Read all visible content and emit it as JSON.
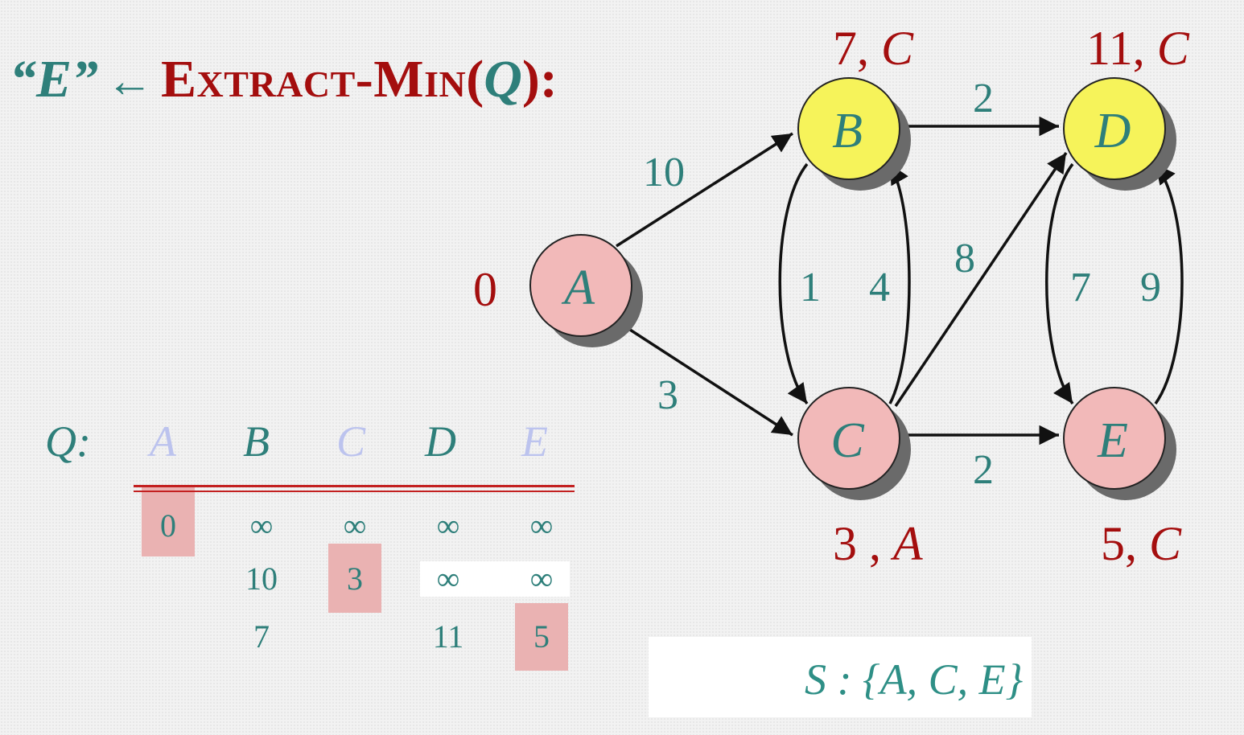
{
  "title": {
    "quote": "“E”",
    "arrow": "←",
    "function": "Extract-Min",
    "open": "(",
    "arg": "Q",
    "close": "):"
  },
  "graph": {
    "nodes": [
      {
        "id": "A",
        "label": "A",
        "color": "#f2b9b9",
        "distance": "0",
        "pred": ""
      },
      {
        "id": "B",
        "label": "B",
        "color": "#f6f35a",
        "distance": "7",
        "pred": "C"
      },
      {
        "id": "C",
        "label": "C",
        "color": "#f2b9b9",
        "distance": "3",
        "pred": "A"
      },
      {
        "id": "D",
        "label": "D",
        "color": "#f6f35a",
        "distance": "11",
        "pred": "C"
      },
      {
        "id": "E",
        "label": "E",
        "color": "#f2b9b9",
        "distance": "5",
        "pred": "C"
      }
    ],
    "edges": [
      {
        "from": "A",
        "to": "B",
        "weight": "10"
      },
      {
        "from": "A",
        "to": "C",
        "weight": "3"
      },
      {
        "from": "B",
        "to": "D",
        "weight": "2"
      },
      {
        "from": "B",
        "to": "C",
        "weight": "1"
      },
      {
        "from": "C",
        "to": "B",
        "weight": "4"
      },
      {
        "from": "C",
        "to": "D",
        "weight": "8"
      },
      {
        "from": "C",
        "to": "E",
        "weight": "2"
      },
      {
        "from": "D",
        "to": "E",
        "weight": "7"
      },
      {
        "from": "E",
        "to": "D",
        "weight": "9"
      }
    ],
    "pred_separator": ","
  },
  "queue": {
    "label": "Q:",
    "columns": [
      "A",
      "B",
      "C",
      "D",
      "E"
    ],
    "rows": [
      [
        "0",
        "∞",
        "∞",
        "∞",
        "∞"
      ],
      [
        "",
        "10",
        "3",
        "∞",
        "∞"
      ],
      [
        "",
        "7",
        "",
        "11",
        "5"
      ]
    ]
  },
  "set": {
    "text": "S : {A, C, E}"
  },
  "colors": {
    "teal": "#2e7f7a",
    "red": "#a40e0e",
    "node_pink": "#f2b9b9",
    "node_yellow": "#f6f35a",
    "highlight": "#eab2b2",
    "extracted_header": "#bcc3ee"
  }
}
